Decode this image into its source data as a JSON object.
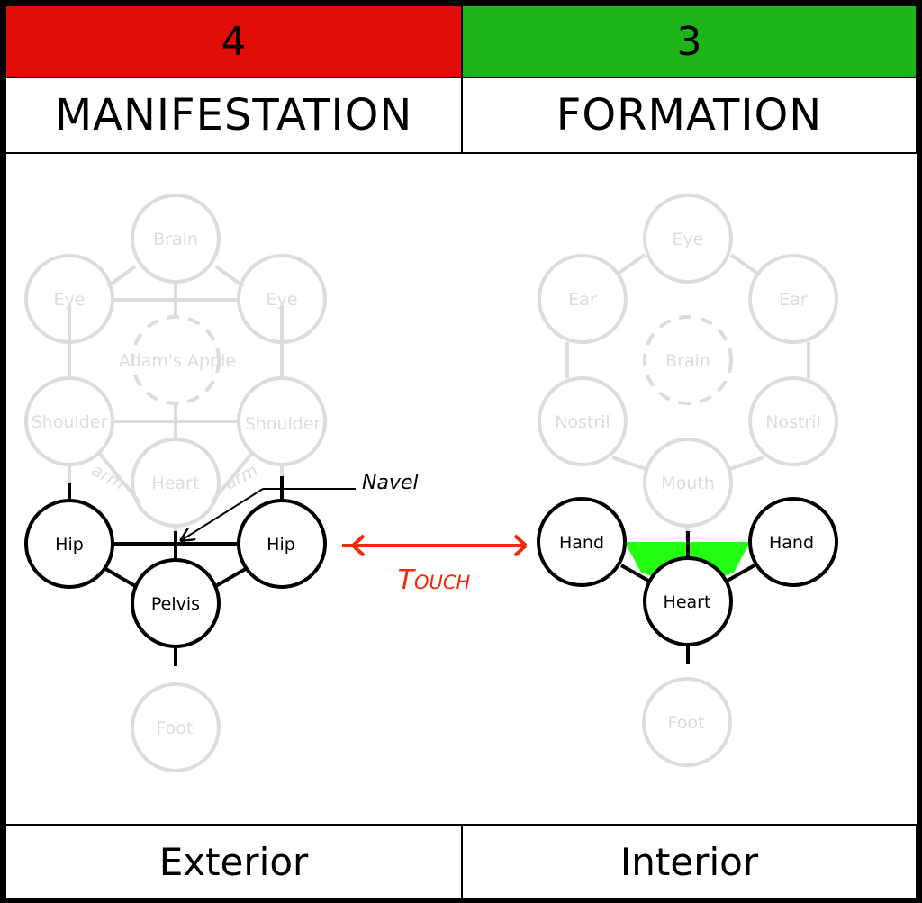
{
  "header": {
    "left": {
      "number": "4",
      "color": "#e00c07"
    },
    "right": {
      "number": "3",
      "color": "#1db51a"
    }
  },
  "titles": {
    "left": "MANIFESTATION",
    "right": "FORMATION"
  },
  "footer": {
    "left": "Exterior",
    "right": "Interior"
  },
  "colors": {
    "faded": "#dcdcdc",
    "highlight": "#22ff12",
    "arrow": "#f5280a",
    "ink": "#000000"
  },
  "manifestation": {
    "faded_nodes": {
      "brain": "Brain",
      "eye_left": "Eye",
      "eye_right": "Eye",
      "adams_apple": "Adam's Apple",
      "shoulder_left": "Shoulder",
      "shoulder_right": "Shoulder",
      "heart": "Heart",
      "foot": "Foot"
    },
    "arm_labels": {
      "left": "arm",
      "right": "arm"
    },
    "active_nodes": {
      "hip_left": "Hip",
      "hip_right": "Hip",
      "pelvis": "Pelvis"
    },
    "navel_label": "Navel"
  },
  "touch_label": "Touch",
  "formation": {
    "faded_nodes": {
      "eye": "Eye",
      "ear_left": "Ear",
      "ear_right": "Ear",
      "brain": "Brain",
      "nostril_left": "Nostril",
      "nostril_right": "Nostril",
      "mouth": "Mouth",
      "foot": "Foot"
    },
    "active_nodes": {
      "hand_left": "Hand",
      "hand_right": "Hand",
      "heart": "Heart"
    }
  }
}
